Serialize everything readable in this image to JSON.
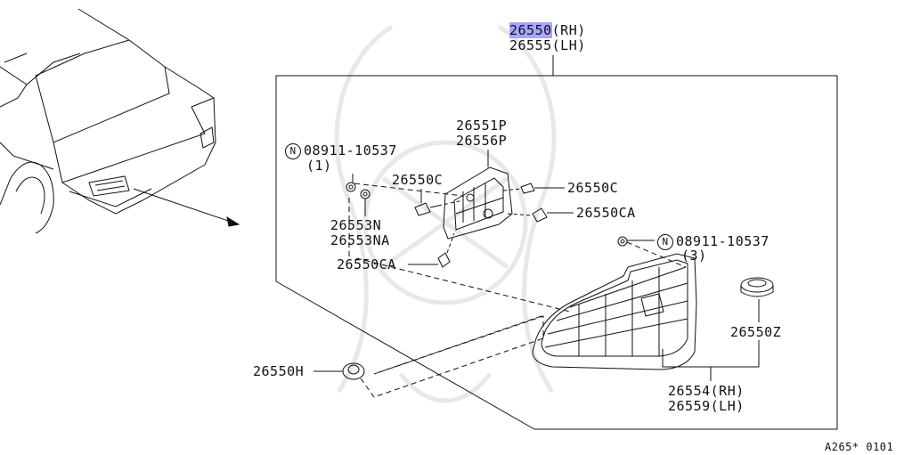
{
  "diagram_code": "A265* 0101",
  "parts": {
    "main_rh_part": "26550",
    "main_rh_suffix": "(RH)",
    "main_lh": "26555(LH)",
    "housing_a": "26551P",
    "housing_b": "26556P",
    "nut_top_mark": "N",
    "nut_top_no": "08911-10537",
    "nut_top_qty": "(1)",
    "bulb_c_left": "26550C",
    "bulb_c_right": "26550C",
    "bulb_ca_right": "26550CA",
    "bulb_ca_left": "26550CA",
    "socket_a": "26553N",
    "socket_b": "26553NA",
    "nut_right_mark": "N",
    "nut_right_no": "08911-10537",
    "nut_right_qty": "(3)",
    "cap": "26550Z",
    "grommet": "26550H",
    "lens_rh": "26554(RH)",
    "lens_lh": "26559(LH)"
  },
  "colors": {
    "highlight": "#a7a7ff",
    "line": "#111111"
  }
}
